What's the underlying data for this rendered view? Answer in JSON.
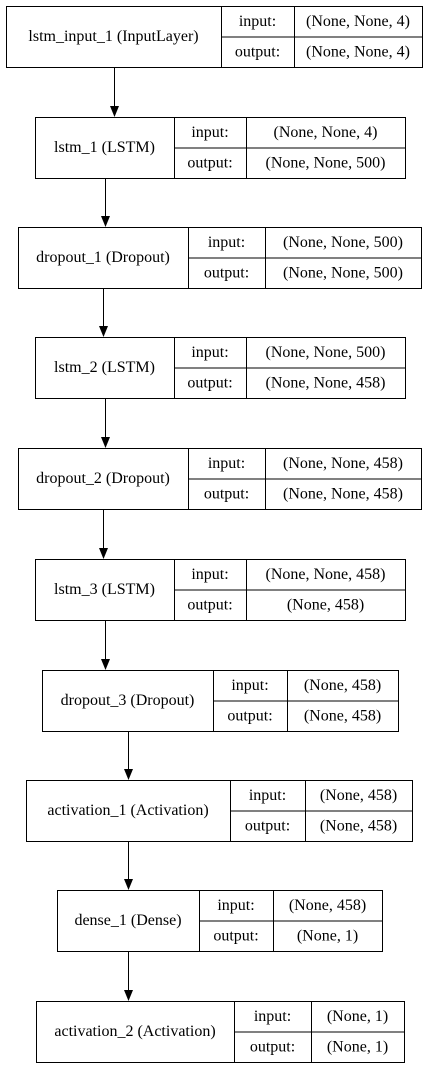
{
  "model_plot": {
    "layers": [
      {
        "name": "lstm_input_1 (InputLayer)",
        "input_label": "input:",
        "input_shape": "(None, None, 4)",
        "output_label": "output:",
        "output_shape": "(None, None, 4)"
      },
      {
        "name": "lstm_1 (LSTM)",
        "input_label": "input:",
        "input_shape": "(None, None, 4)",
        "output_label": "output:",
        "output_shape": "(None, None, 500)"
      },
      {
        "name": "dropout_1 (Dropout)",
        "input_label": "input:",
        "input_shape": "(None, None, 500)",
        "output_label": "output:",
        "output_shape": "(None, None, 500)"
      },
      {
        "name": "lstm_2 (LSTM)",
        "input_label": "input:",
        "input_shape": "(None, None, 500)",
        "output_label": "output:",
        "output_shape": "(None, None, 458)"
      },
      {
        "name": "dropout_2 (Dropout)",
        "input_label": "input:",
        "input_shape": "(None, None, 458)",
        "output_label": "output:",
        "output_shape": "(None, None, 458)"
      },
      {
        "name": "lstm_3 (LSTM)",
        "input_label": "input:",
        "input_shape": "(None, None, 458)",
        "output_label": "output:",
        "output_shape": "(None, 458)"
      },
      {
        "name": "dropout_3 (Dropout)",
        "input_label": "input:",
        "input_shape": "(None, 458)",
        "output_label": "output:",
        "output_shape": "(None, 458)"
      },
      {
        "name": "activation_1 (Activation)",
        "input_label": "input:",
        "input_shape": "(None, 458)",
        "output_label": "output:",
        "output_shape": "(None, 458)"
      },
      {
        "name": "dense_1 (Dense)",
        "input_label": "input:",
        "input_shape": "(None, 458)",
        "output_label": "output:",
        "output_shape": "(None, 1)"
      },
      {
        "name": "activation_2 (Activation)",
        "input_label": "input:",
        "input_shape": "(None, 1)",
        "output_label": "output:",
        "output_shape": "(None, 1)"
      }
    ],
    "colors": {
      "stroke": "#000000",
      "background": "#ffffff",
      "text": "#000000"
    }
  }
}
